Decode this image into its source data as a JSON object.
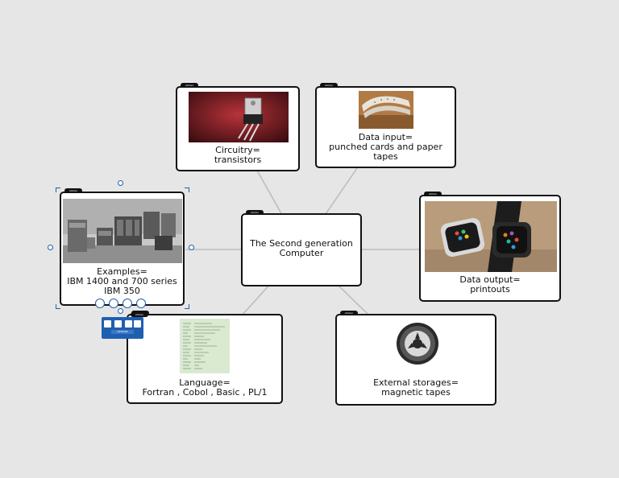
{
  "diagram": {
    "type": "mind-map",
    "tag_text": "sticker",
    "center": {
      "lines": [
        "The Second generation",
        "Computer"
      ]
    },
    "nodes": {
      "circuitry": {
        "lines": [
          "Circuitry=",
          "transistors"
        ]
      },
      "input": {
        "lines": [
          "Data input=",
          "punched cards and paper",
          "tapes"
        ]
      },
      "output": {
        "lines": [
          "Data output=",
          "printouts"
        ]
      },
      "storage": {
        "lines": [
          "External storages=",
          "magnetic tapes"
        ]
      },
      "language": {
        "lines": [
          "Language=",
          "Fortran , Cobol ,  Basic , PL/1"
        ]
      },
      "examples": {
        "lines": [
          "Examples=",
          "IBM 1400 and 700 series",
          "IBM 350"
        ]
      }
    },
    "icons": {
      "transistor": "transistor-photo-icon",
      "tape": "paper-tape-photo-icon",
      "watch": "smartwatch-photo-icon",
      "reel": "magnetic-tape-reel-photo-icon",
      "code": "code-listing-photo-icon",
      "mainframe": "ibm-mainframe-photo-icon"
    },
    "panel_label": "OPTIONS"
  },
  "colors": {
    "selection": "#1f5fb0",
    "border": "#111111",
    "background": "#e6e6e6"
  }
}
